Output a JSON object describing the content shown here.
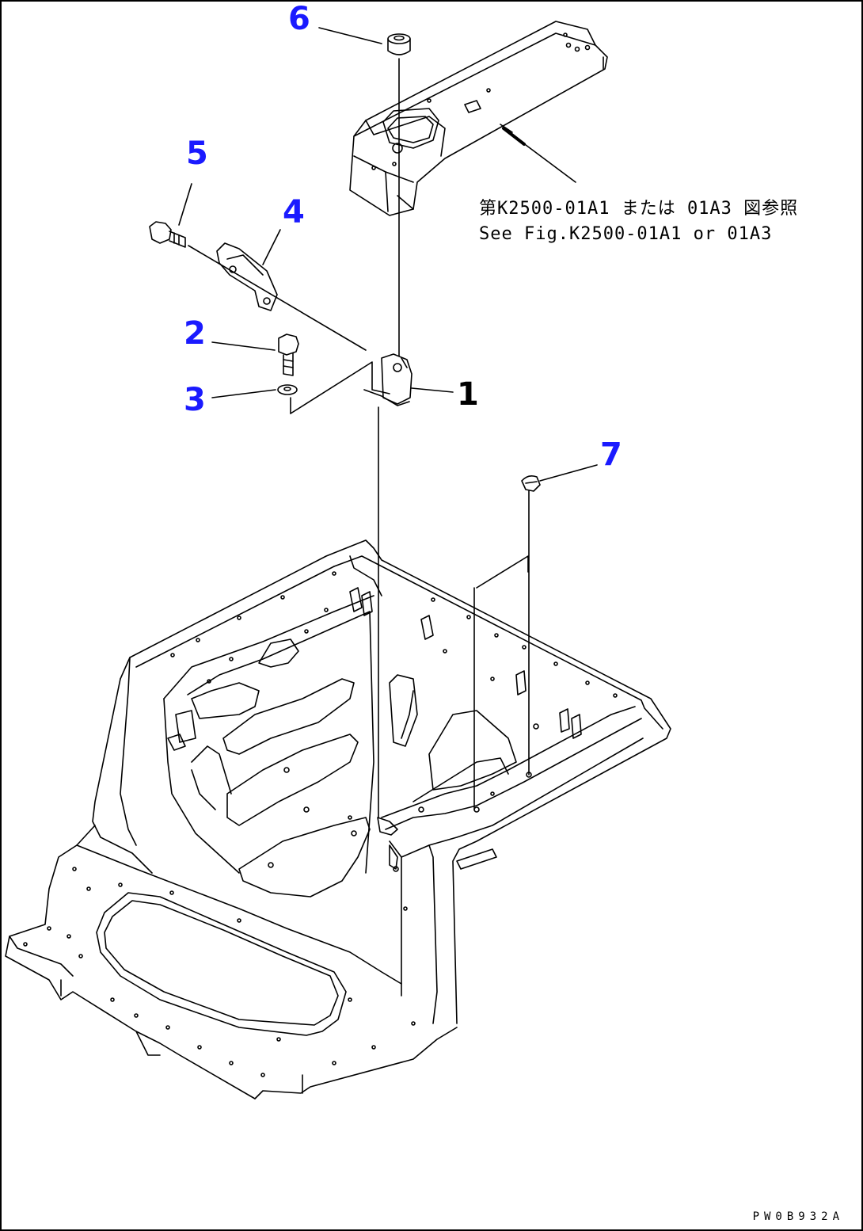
{
  "diagram": {
    "callouts": [
      {
        "id": "1",
        "label": "1",
        "color": "#000000"
      },
      {
        "id": "2",
        "label": "2",
        "color": "#1a1aff"
      },
      {
        "id": "3",
        "label": "3",
        "color": "#1a1aff"
      },
      {
        "id": "4",
        "label": "4",
        "color": "#1a1aff"
      },
      {
        "id": "5",
        "label": "5",
        "color": "#1a1aff"
      },
      {
        "id": "6",
        "label": "6",
        "color": "#1a1aff"
      },
      {
        "id": "7",
        "label": "7",
        "color": "#1a1aff"
      }
    ],
    "reference_note": {
      "line_ja": "第K2500-01A1 または 01A3 図参照",
      "line_en": "See Fig.K2500-01A1 or 01A3"
    },
    "drawing_code": "PW0B932A"
  }
}
